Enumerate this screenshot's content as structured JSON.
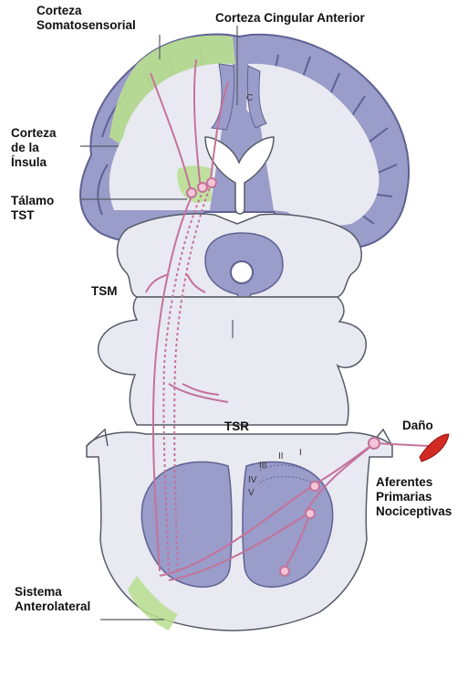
{
  "labels": {
    "somatosensory_cortex": [
      "Corteza",
      "Somatosensorial"
    ],
    "anterior_cingulate": "Corteza Cingular Anterior",
    "insular_cortex": [
      "Corteza",
      "de la",
      "Ínsula"
    ],
    "thalamus_tst": [
      "Tálamo",
      "TST"
    ],
    "tsm": "TSM",
    "tsr": "TSR",
    "damage": "Daño",
    "afferents": [
      "Aferentes",
      "Primarias",
      "Nociceptivas"
    ],
    "anterolateral_system": [
      "Sistema",
      "Anterolateral"
    ],
    "cingulate_marker": "C",
    "laminae": [
      "III",
      "II",
      "I",
      "IV",
      "V"
    ]
  },
  "colors": {
    "gray_matter": "#9a9cc9",
    "gray_matter_outline": "#5f6193",
    "white_matter": "#e9e9f1",
    "pathway": "#c4739a",
    "highlight_green": "#b9df8f",
    "injury_red": "#d22a22",
    "outline": "#555c66"
  }
}
